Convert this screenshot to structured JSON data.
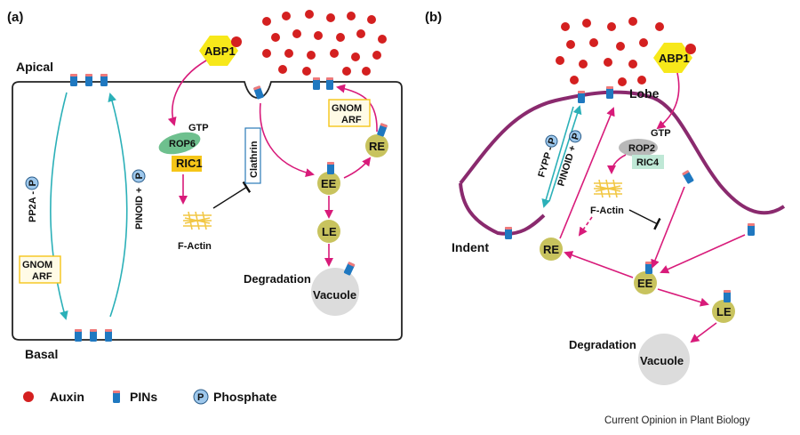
{
  "panels": {
    "a": {
      "letter": "(a)",
      "apical": "Apical",
      "basal": "Basal",
      "abp1": "ABP1",
      "gtp": "GTP",
      "rop": "ROP6",
      "ric": "RIC1",
      "clathrin": "Clathrin",
      "factin": "F-Actin",
      "gnom_top": "GNOM",
      "arf_top": "ARF",
      "gnom_side": "GNOM",
      "arf_side": "ARF",
      "ee": "EE",
      "le": "LE",
      "re": "RE",
      "degradation": "Degradation",
      "vacuole": "Vacuole",
      "pp2a": "PP2A -",
      "pinoid": "PINOID +",
      "phos_symbol": "P"
    },
    "b": {
      "letter": "(b)",
      "lobe": "Lobe",
      "indent": "Indent",
      "abp1": "ABP1",
      "gtp": "GTP",
      "rop": "ROP2",
      "ric": "RIC4",
      "factin": "F-Actin",
      "fypp": "FYPP -",
      "pinoid": "PINOID +",
      "ee": "EE",
      "le": "LE",
      "re": "RE",
      "degradation": "Degradation",
      "vacuole": "Vacuole",
      "phos_symbol": "P"
    }
  },
  "legend": {
    "auxin": "Auxin",
    "pins": "PINs",
    "phosphate": "Phosphate",
    "phos_symbol": "P"
  },
  "credit": "Current Opinion in Plant Biology",
  "colors": {
    "auxin": "#d42020",
    "pin": "#1f78c0",
    "pin_cap": "#f07a7a",
    "abp1": "#f7e81a",
    "magenta": "#d81b7a",
    "teal": "#2bb0b8",
    "endosome": "#c8c35e",
    "vacuole": "#dcdcdc",
    "rop6": "#6ec08e",
    "ric1": "#f5c518",
    "rop2": "#b8b8b8",
    "ric4": "#bfe8d6",
    "actin": "#f2c744",
    "membrane_b": "#8a2a6e",
    "phosphate": "#9ec8ec",
    "gnom_box": "#f5c518"
  }
}
